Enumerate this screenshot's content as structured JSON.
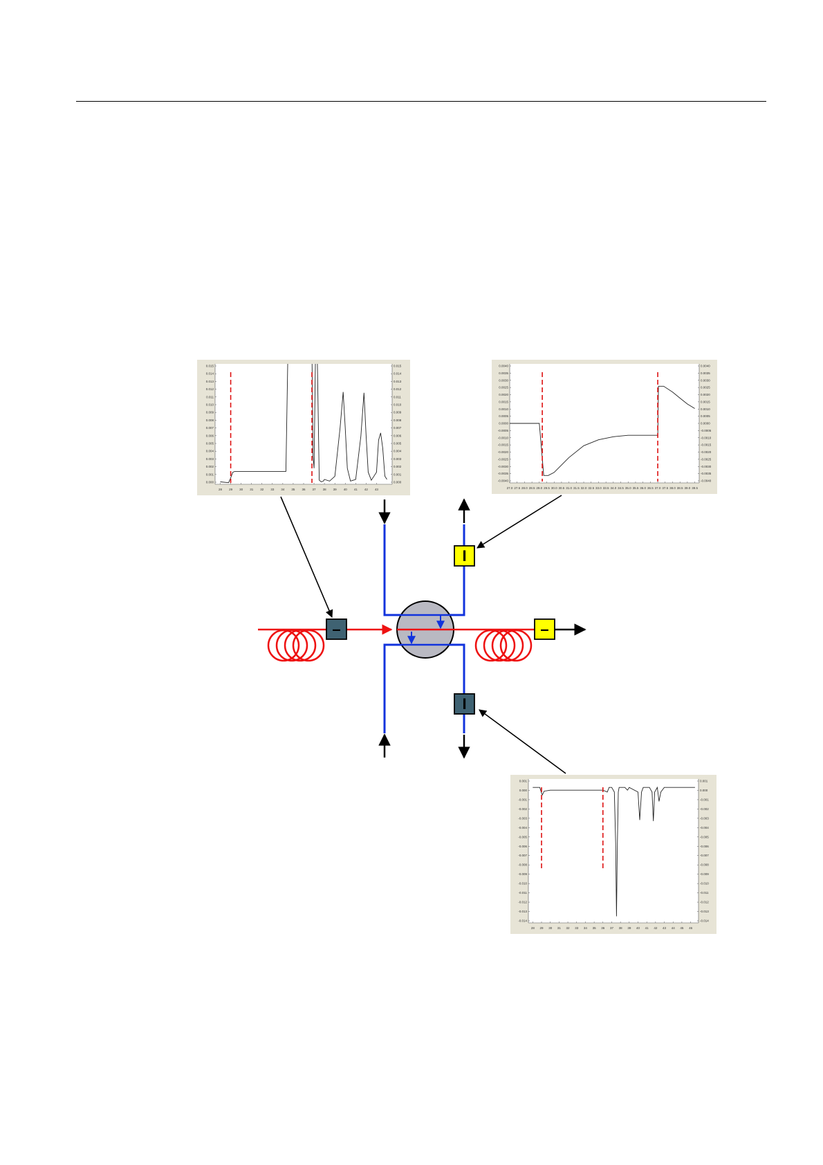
{
  "colors": {
    "column": "#ee1111",
    "stream": "#1133dd",
    "valve_fill": "#b9b9c2",
    "detector_dark": "#3f6272",
    "detector_yellow": "#ffff00",
    "inset_bg": "#e7e4d6",
    "marker": "#dd1111"
  },
  "detectors": {
    "first": {
      "symbol": "–"
    },
    "final": {
      "symbol": "–"
    },
    "top": {
      "symbol": "I"
    },
    "bottom": {
      "symbol": "I"
    }
  },
  "chart_data": [
    {
      "type": "line",
      "id": "chart-top-left",
      "x": [
        28.0,
        28.8,
        29.0,
        29.2,
        29.4,
        30.0,
        32.0,
        34.0,
        34.3,
        34.5,
        36.8,
        36.9,
        37.0,
        37.15,
        37.3,
        37.5,
        37.7,
        37.9,
        38.0,
        38.5,
        39.0,
        39.5,
        39.8,
        40.0,
        40.2,
        40.5,
        41.0,
        41.5,
        41.8,
        42.0,
        42.2,
        42.5,
        43.0,
        43.2,
        43.4,
        43.6,
        43.8,
        44.0
      ],
      "y": [
        0.0003,
        0.0002,
        0.0008,
        0.0015,
        0.0016,
        0.0016,
        0.0016,
        0.0016,
        0.0016,
        0.017,
        0.017,
        0.0035,
        0.002,
        0.017,
        0.017,
        0.0005,
        0.0003,
        0.0004,
        0.0006,
        0.0004,
        0.001,
        0.007,
        0.0115,
        0.007,
        0.002,
        0.0004,
        0.0006,
        0.006,
        0.0114,
        0.006,
        0.0015,
        0.0005,
        0.0015,
        0.0055,
        0.0064,
        0.0045,
        0.001,
        0.0006
      ],
      "xlim": [
        27.5,
        44.5
      ],
      "ylim": [
        0.0,
        0.015
      ],
      "xticks": [
        "28",
        "29",
        "30",
        "31",
        "32",
        "33",
        "34",
        "35",
        "36",
        "37",
        "38",
        "39",
        "40",
        "41",
        "42",
        "43"
      ],
      "yticks_left": [
        "0.015",
        "0.014",
        "0.013",
        "0.012",
        "0.011",
        "0.010",
        "0.009",
        "0.008",
        "0.007",
        "0.006",
        "0.005",
        "0.004",
        "0.003",
        "0.002",
        "0.001",
        "0.000"
      ],
      "yticks_right": [
        "0.015",
        "0.014",
        "0.013",
        "0.012",
        "0.011",
        "0.010",
        "0.009",
        "0.008",
        "0.007",
        "0.006",
        "0.005",
        "0.004",
        "0.003",
        "0.002",
        "0.001",
        "0.000"
      ],
      "markers_x": [
        29.0,
        36.8
      ]
    },
    {
      "type": "line",
      "id": "chart-top-right",
      "x": [
        27.0,
        29.0,
        29.3,
        29.6,
        30.0,
        30.5,
        31.0,
        32.0,
        33.0,
        34.0,
        35.0,
        36.0,
        37.0,
        37.05,
        37.4,
        38.0,
        38.5,
        39.0,
        39.5
      ],
      "y": [
        0.0,
        0.0,
        -0.0035,
        -0.0035,
        -0.0033,
        -0.0028,
        -0.0023,
        -0.0015,
        -0.0011,
        -0.0009,
        -0.0008,
        -0.0008,
        -0.0008,
        0.0025,
        0.0025,
        0.0021,
        0.0017,
        0.0013,
        0.001
      ],
      "xlim": [
        27.0,
        39.8
      ],
      "ylim": [
        -0.004,
        0.004
      ],
      "xticks": [
        "27.0",
        "27.5",
        "28.0",
        "28.5",
        "29.0",
        "29.5",
        "30.0",
        "30.5",
        "31.0",
        "31.5",
        "32.0",
        "32.5",
        "33.0",
        "33.5",
        "34.0",
        "34.5",
        "35.0",
        "35.5",
        "36.0",
        "36.5",
        "37.0",
        "37.5",
        "38.0",
        "38.5",
        "39.0",
        "39.5"
      ],
      "yticks_left": [
        "0.0040",
        "0.0035",
        "0.0030",
        "0.0025",
        "0.0020",
        "0.0015",
        "0.0010",
        "0.0005",
        "0.0000",
        "-0.0005",
        "-0.0010",
        "-0.0015",
        "-0.0020",
        "-0.0025",
        "-0.0030",
        "-0.0035",
        "-0.0040"
      ],
      "yticks_right": [
        "0.0040",
        "0.0035",
        "0.0030",
        "0.0025",
        "0.0020",
        "0.0015",
        "0.0010",
        "0.0005",
        "0.0000",
        "-0.0005",
        "-0.0010",
        "-0.0015",
        "-0.0020",
        "-0.0025",
        "-0.0030",
        "-0.0035",
        "-0.0040"
      ],
      "markers_x": [
        29.2,
        37.0
      ]
    },
    {
      "type": "line",
      "id": "chart-bottom",
      "x": [
        28.0,
        28.8,
        29.0,
        29.1,
        29.3,
        30.0,
        32.0,
        34.0,
        36.0,
        36.5,
        36.7,
        37.0,
        37.3,
        37.45,
        37.55,
        37.65,
        37.75,
        37.85,
        38.2,
        38.5,
        38.8,
        39.0,
        40.0,
        40.2,
        40.4,
        40.6,
        41.3,
        41.6,
        41.75,
        41.9,
        42.2,
        42.4,
        42.6,
        43.0,
        43.4,
        44.0,
        46.0,
        46.5
      ],
      "y": [
        0.0,
        0.0,
        -0.0006,
        -0.0008,
        -0.0004,
        -0.0003,
        -0.0003,
        -0.0003,
        -0.0003,
        -0.0005,
        0.0,
        0.0,
        -0.0005,
        -0.006,
        -0.0138,
        -0.006,
        -0.0005,
        0.0,
        0.0,
        0.0,
        -0.0003,
        0.0,
        -0.0005,
        -0.0035,
        -0.0005,
        0.0,
        0.0,
        -0.0005,
        -0.0036,
        -0.0005,
        0.0,
        -0.0015,
        -0.0005,
        0.0,
        0.0,
        0.0,
        0.0,
        0.0
      ],
      "xlim": [
        27.5,
        46.9
      ],
      "ylim": [
        -0.0145,
        0.0009
      ],
      "xticks": [
        "28",
        "29",
        "30",
        "31",
        "32",
        "33",
        "34",
        "35",
        "36",
        "37",
        "38",
        "39",
        "40",
        "41",
        "42",
        "43",
        "44",
        "45",
        "46"
      ],
      "yticks_left": [
        "0.001",
        "0.000",
        "-0.001",
        "-0.002",
        "-0.003",
        "-0.004",
        "-0.005",
        "-0.006",
        "-0.007",
        "-0.008",
        "-0.009",
        "-0.010",
        "-0.011",
        "-0.012",
        "-0.013",
        "-0.014"
      ],
      "yticks_right": [
        "0.001",
        "0.000",
        "-0.001",
        "-0.002",
        "-0.003",
        "-0.004",
        "-0.005",
        "-0.006",
        "-0.007",
        "-0.008",
        "-0.009",
        "-0.010",
        "-0.011",
        "-0.012",
        "-0.013",
        "-0.014"
      ],
      "markers_x": [
        29.0,
        36.0
      ]
    }
  ]
}
